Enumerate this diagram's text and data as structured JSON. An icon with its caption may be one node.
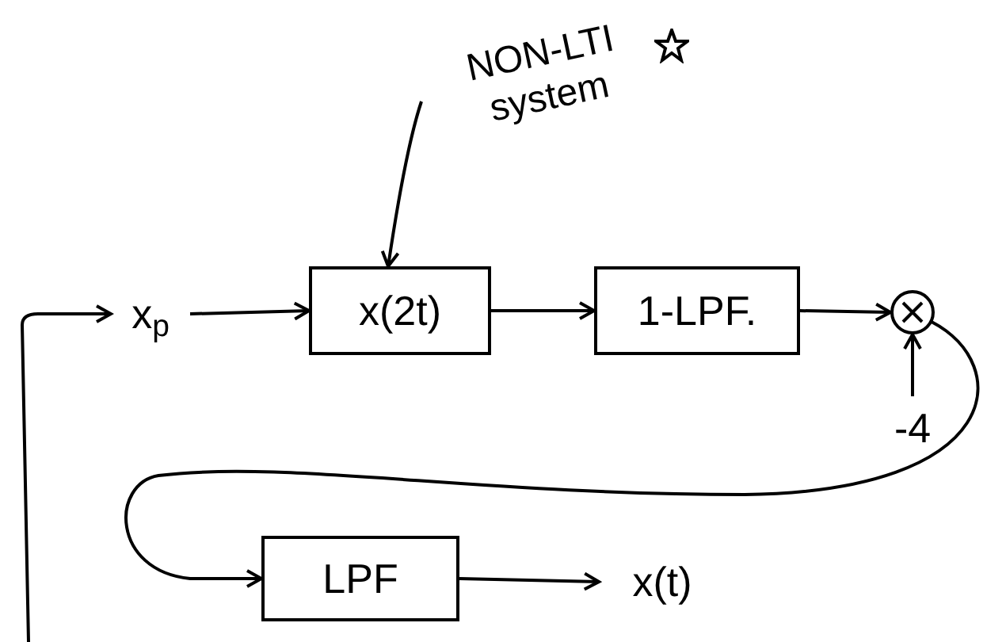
{
  "diagram": {
    "nodes": [
      {
        "text": [
          "NON-LTI system"
        ]
      },
      {
        "text": [
          "x$_{p}$"
        ]
      },
      {
        "text": [
          "x(2t)"
        ]
      },
      {
        "text": [
          "1-LPF."
        ]
      },
      {
        "text": [],
        "shape": "circle"
      },
      {
        "text": [
          "-4"
        ]
      },
      {
        "text": [
          "LPF"
        ]
      },
      {
        "text": [
          "x(t)"
        ]
      }
    ],
    "edges": [
      {
        "from": 0,
        "to": 2,
        "arrow": "to"
      },
      {
        "from": null,
        "to": 1,
        "arrow": "to"
      },
      {
        "from": 1,
        "to": 2,
        "arrow": "to"
      },
      {
        "from": 2,
        "to": 3,
        "arrow": "to"
      },
      {
        "from": 3,
        "to": 4,
        "arrow": "to"
      },
      {
        "from": 5,
        "to": 4,
        "arrow": "to"
      },
      {
        "from": 4,
        "to": 6,
        "arrow": "to"
      },
      {
        "from": 6,
        "to": 7,
        "arrow": "to"
      }
    ]
  }
}
